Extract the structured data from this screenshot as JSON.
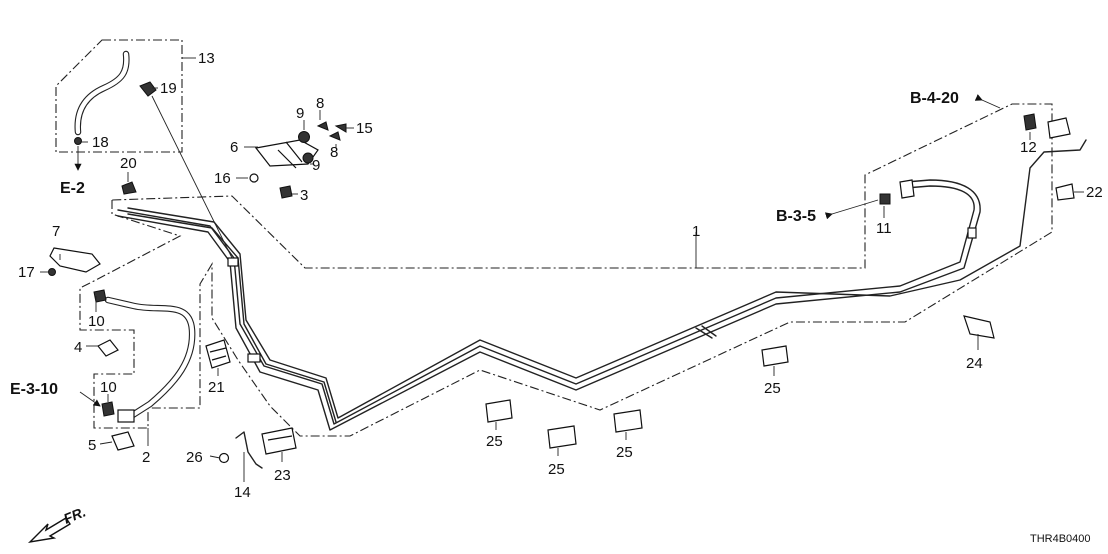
{
  "diagram": {
    "code": "THR4B0400",
    "direction_label": "FR.",
    "callouts": [
      {
        "id": "c1",
        "text": "1"
      },
      {
        "id": "c2",
        "text": "2"
      },
      {
        "id": "c3",
        "text": "3"
      },
      {
        "id": "c4",
        "text": "4"
      },
      {
        "id": "c5",
        "text": "5"
      },
      {
        "id": "c6",
        "text": "6"
      },
      {
        "id": "c7",
        "text": "7"
      },
      {
        "id": "c8a",
        "text": "8"
      },
      {
        "id": "c8b",
        "text": "8"
      },
      {
        "id": "c9a",
        "text": "9"
      },
      {
        "id": "c9b",
        "text": "9"
      },
      {
        "id": "c10a",
        "text": "10"
      },
      {
        "id": "c10b",
        "text": "10"
      },
      {
        "id": "c11",
        "text": "11"
      },
      {
        "id": "c12",
        "text": "12"
      },
      {
        "id": "c13",
        "text": "13"
      },
      {
        "id": "c14",
        "text": "14"
      },
      {
        "id": "c15",
        "text": "15"
      },
      {
        "id": "c16",
        "text": "16"
      },
      {
        "id": "c17",
        "text": "17"
      },
      {
        "id": "c18",
        "text": "18"
      },
      {
        "id": "c19",
        "text": "19"
      },
      {
        "id": "c20",
        "text": "20"
      },
      {
        "id": "c21",
        "text": "21"
      },
      {
        "id": "c22",
        "text": "22"
      },
      {
        "id": "c23",
        "text": "23"
      },
      {
        "id": "c24",
        "text": "24"
      },
      {
        "id": "c25a",
        "text": "25"
      },
      {
        "id": "c25b",
        "text": "25"
      },
      {
        "id": "c25c",
        "text": "25"
      },
      {
        "id": "c25d",
        "text": "25"
      },
      {
        "id": "c26",
        "text": "26"
      }
    ],
    "references": [
      {
        "id": "r-e2",
        "text": "E-2"
      },
      {
        "id": "r-e310",
        "text": "E-3-10"
      },
      {
        "id": "r-b420",
        "text": "B-4-20"
      },
      {
        "id": "r-b35",
        "text": "B-3-5"
      }
    ]
  }
}
